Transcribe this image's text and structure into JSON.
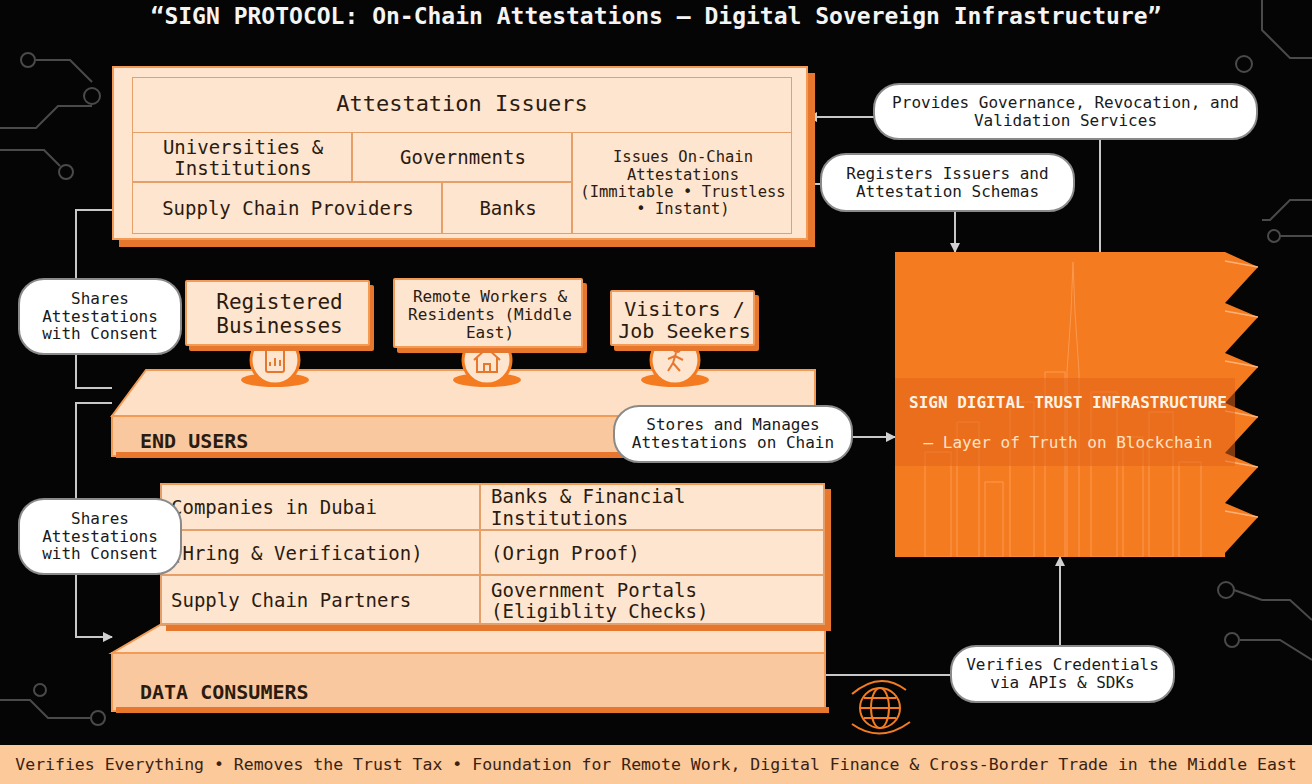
{
  "diagram": {
    "title": "“SIGN PROTOCOL: On-Chain Attestations — Digital Sovereign Infrastructure”",
    "caption": "Verifies Everything • Removes the Trust Tax • Foundation for Remote Work, Digital Finance & Cross-Border Trade in the Middle East",
    "nodes": [
      {
        "text": [
          "Attestation Issuers"
        ]
      },
      {
        "text": [
          "Universities & Institutions"
        ],
        "in": 0
      },
      {
        "text": [
          "Governments"
        ],
        "in": 0
      },
      {
        "text": [
          "Issues On-Chain Attestations (Immitable • Trustless • Instant)"
        ],
        "in": 0
      },
      {
        "text": [
          "Supply Chain Providers"
        ],
        "in": 0
      },
      {
        "text": [
          "Banks"
        ],
        "in": 0
      },
      {
        "text": [
          "END USERS"
        ]
      },
      {
        "text": [
          "Registered Businesses"
        ],
        "in": 6
      },
      {
        "text": [
          "Remote Workers & Residents (Middle East)"
        ],
        "in": 6
      },
      {
        "text": [
          "Visitors / Job Seekers"
        ],
        "in": 6
      },
      {
        "text": [
          "DATA CONSUMERS"
        ]
      },
      {
        "text": [
          "Companies in Dubai"
        ],
        "in": 10
      },
      {
        "text": [
          "Banks & Financial Institutions"
        ],
        "in": 10
      },
      {
        "text": [
          "(Hring & Verification)"
        ],
        "in": 10
      },
      {
        "text": [
          "(Orign Proof)"
        ],
        "in": 10
      },
      {
        "text": [
          "Supply Chain Partners"
        ],
        "in": 10
      },
      {
        "text": [
          "Government Portals (Eligiblity Checks)"
        ],
        "in": 10
      },
      {
        "text": [
          "SIGN DIGITAL TRUST INFRASTRUCTURE",
          "– Layer of Truth on Blockchain"
        ]
      }
    ],
    "edges": [
      {
        "from": 17,
        "to": 0,
        "arrow": "to",
        "label": "Provides Governance, Revocation, and Validation Services"
      },
      {
        "from": 0,
        "to": 17,
        "arrow": "to",
        "label": "Registers Issuers and Attestation Schemas"
      },
      {
        "from": 6,
        "to": 17,
        "arrow": "to",
        "label": "Stores and Manages Attestations on Chain"
      },
      {
        "from": 10,
        "to": 17,
        "arrow": "to",
        "label": "Verifies Credentials via APIs & SDKs"
      },
      {
        "from": 0,
        "to": 6,
        "arrow": "none",
        "label": "Shares Attestations with Consent"
      },
      {
        "from": 6,
        "to": 10,
        "arrow": "to",
        "label": "Shares Attestations with Consent"
      }
    ]
  }
}
